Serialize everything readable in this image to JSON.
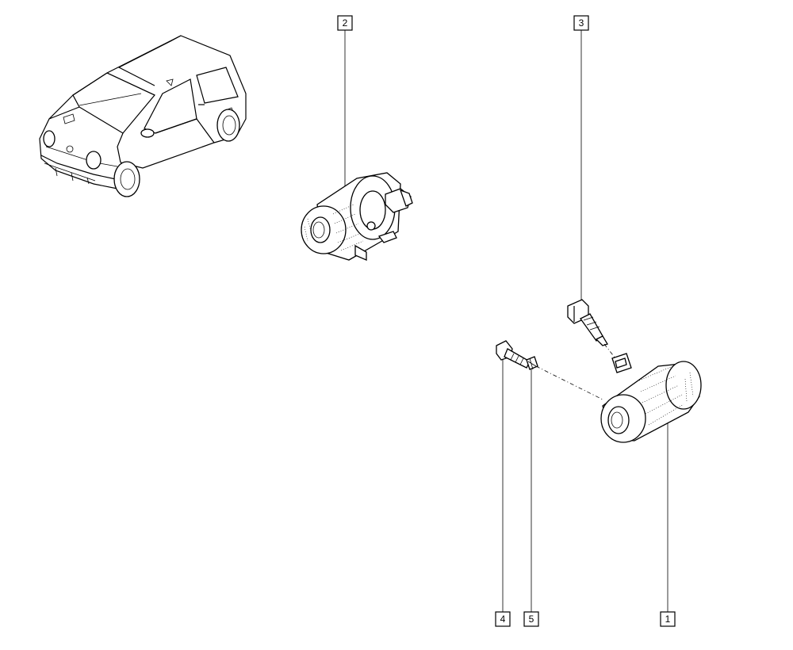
{
  "callouts": {
    "c1": "1",
    "c2": "2",
    "c3": "3",
    "c4": "4",
    "c5": "5"
  },
  "icons": {
    "vehicle": "car-overview-icon",
    "cylinder_assembled": "wheel-cylinder-icon",
    "cylinder_exploded": "wheel-cylinder-icon",
    "bleed_screw": "bleed-screw-icon",
    "bolt": "bolt-icon",
    "washer": "washer-icon"
  }
}
